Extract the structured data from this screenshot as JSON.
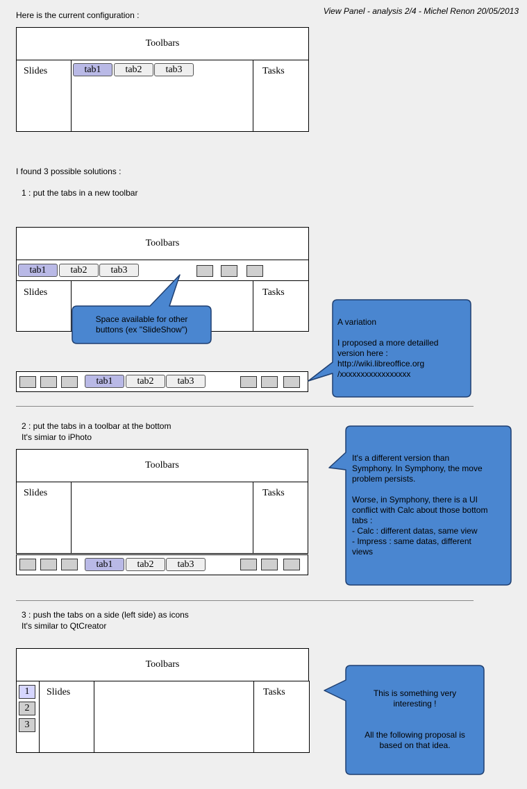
{
  "header": "View Panel - analysis 2/4 - Michel Renon 20/05/2013",
  "intro": "Here is the current configuration :",
  "solutions_intro": "I found 3 possible solutions :",
  "labels": {
    "toolbars": "Toolbars",
    "slides": "Slides",
    "tasks": "Tasks"
  },
  "tabs": [
    "tab1",
    "tab2",
    "tab3"
  ],
  "side_numbers": [
    "1",
    "2",
    "3"
  ],
  "solution1": {
    "title": "1 : put the tabs in a new toolbar"
  },
  "solution2": {
    "title": "2 : put the tabs in a toolbar at the bottom",
    "subtitle": "It's simiar to iPhoto"
  },
  "solution3": {
    "title": "3 : push the tabs on a side (left side) as icons",
    "subtitle": "It's similar to QtCreator"
  },
  "callouts": {
    "space": [
      "Space available for other",
      "buttons (ex \"SlideShow\")"
    ],
    "variation": [
      "A variation",
      "",
      "I proposed a more detailled",
      "version here :",
      "http://wiki.libreoffice.org",
      "/xxxxxxxxxxxxxxxxx"
    ],
    "symphony": [
      "It's a different version than",
      "Symphony. In Symphony, the move",
      "problem persists.",
      "",
      "Worse, in Symphony, there is a UI",
      "conflict with Calc about those bottom",
      "tabs :",
      "- Calc : different datas, same view",
      "- Impress : same datas, different",
      "views"
    ],
    "interesting": [
      "This is something very",
      "interesting !",
      "",
      "",
      "All the following proposal is",
      "based on that idea."
    ]
  },
  "colors": {
    "bubble": "#4a86d0",
    "bubble_border": "#1f3f70",
    "active_tab": "#b9b9e6",
    "background": "#efefef"
  }
}
